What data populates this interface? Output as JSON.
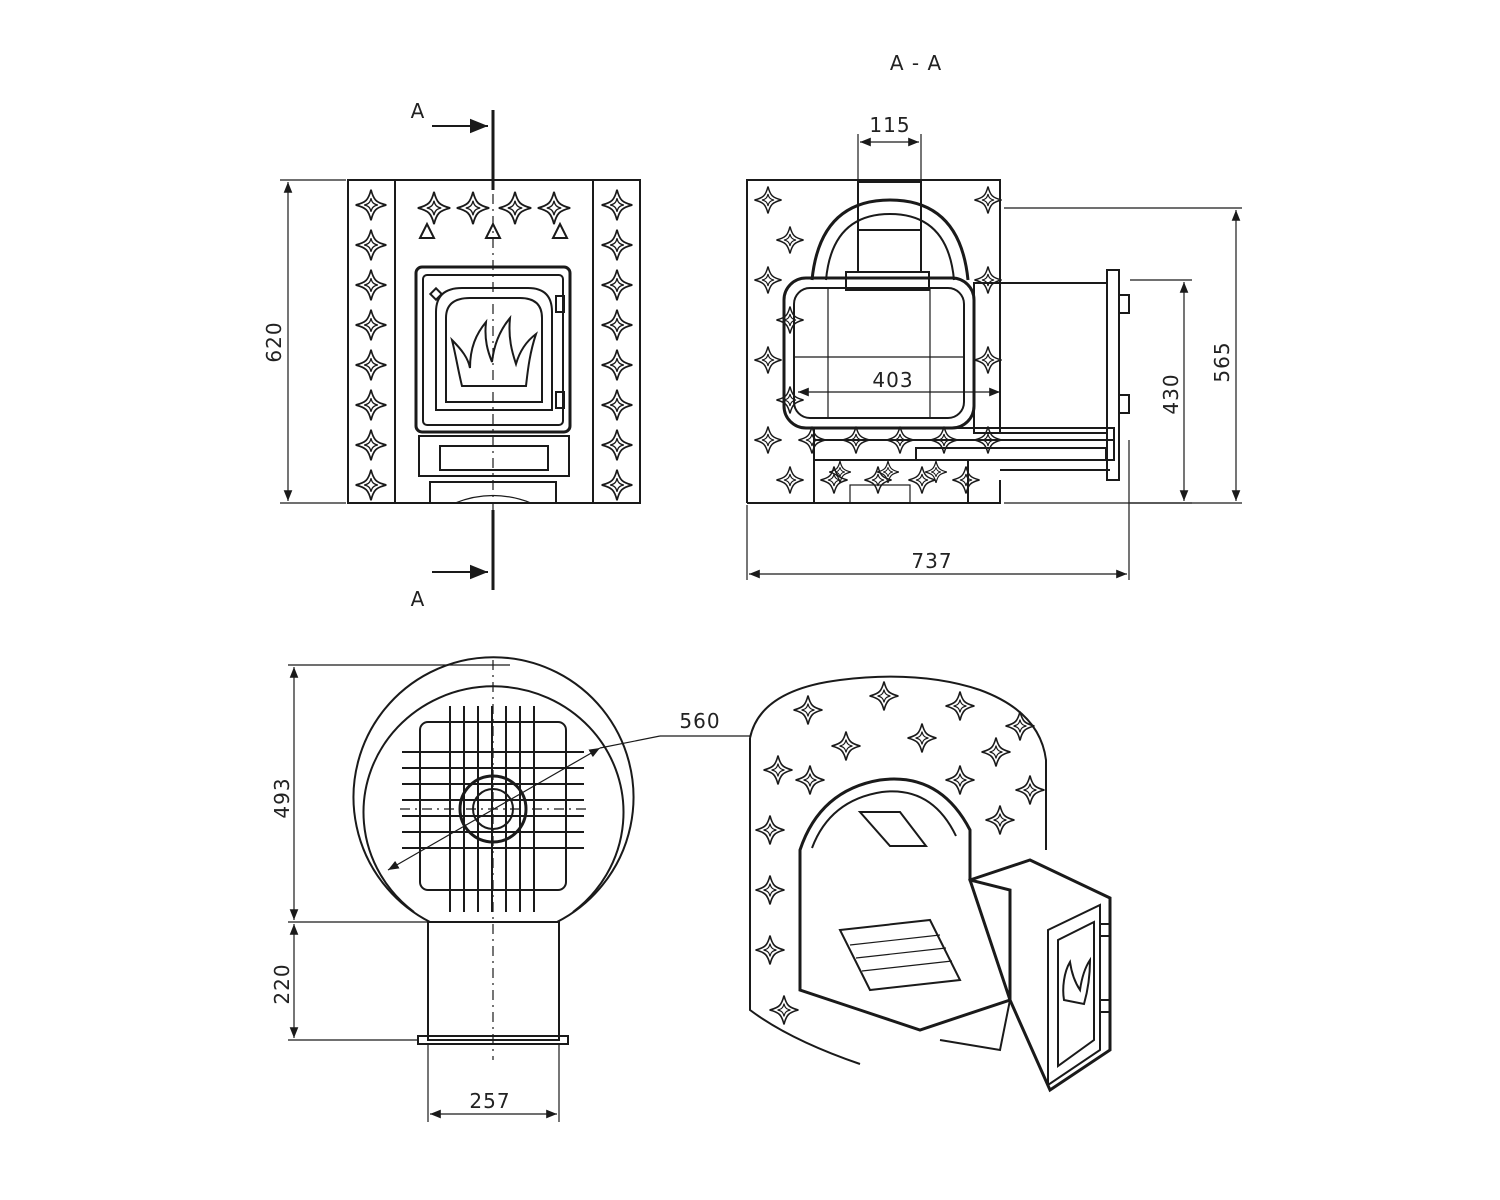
{
  "section_title": "A - A",
  "section_marks": {
    "top": "A",
    "bottom": "A"
  },
  "dimensions": {
    "front_height": "620",
    "chimney_width": "115",
    "firebox_depth": "403",
    "door_height": "430",
    "total_height_side": "565",
    "total_depth": "737",
    "top_depth": "493",
    "tunnel_length": "220",
    "tunnel_width": "257",
    "diameter": "560"
  },
  "colors": {
    "line": "#1a1a1a",
    "background": "#ffffff"
  }
}
